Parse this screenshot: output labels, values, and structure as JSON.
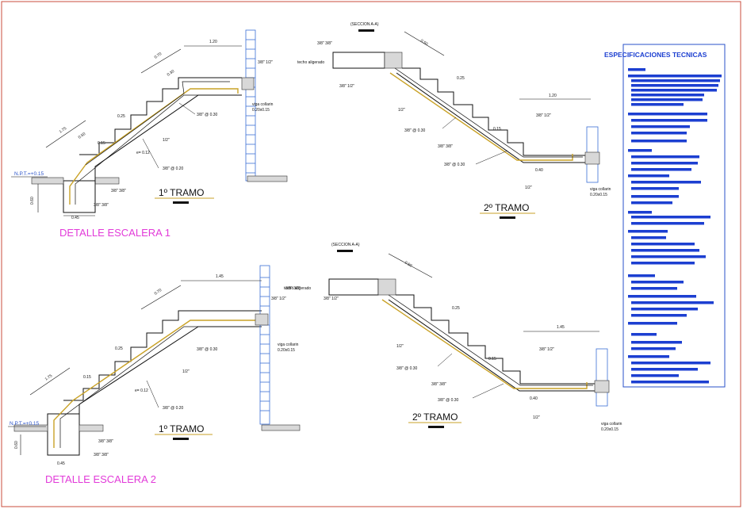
{
  "labels": {
    "detail_1": "DETALLE ESCALERA 1",
    "detail_2": "DETALLE ESCALERA 2",
    "tramo1_a": "1º TRAMO",
    "tramo2_a": "2º TRAMO",
    "tramo1_b": "1º TRAMO",
    "tramo2_b": "2º TRAMO",
    "npt_a": "N.P.T.=+0.15",
    "npt_b": "N.P.T.=+0.15",
    "seccion_a": "(SECCION A-A)",
    "seccion_b": "(SECCION A-A)",
    "spec_title": "ESPECIFICACIONES TECNICAS"
  },
  "notes": {
    "bar_38": "3/8\" 3/8\"",
    "bar_12": "3/8\" 1/2\"",
    "bar_38_020": "3/8\" @ 0.20",
    "bar_38_030": "3/8\" @ 0.30",
    "bar_12b": "1/2\"",
    "e012": "e= 0.12",
    "techo": "techo aligerado",
    "viga": "viga collarin",
    "viga_dim": "0.20x0.15",
    "d120": "1.20",
    "d145": "1.45",
    "d045": "0.45",
    "d025": "0.25",
    "d030": "0.30",
    "d040": "0.40",
    "d015": "0.15",
    "d060": "0.60",
    "d175": "1.75",
    "d070": "0.70",
    "d010": "0.10",
    "d050": "0.50"
  },
  "colors": {
    "frame": "#c94c3c",
    "rebar": "#c9a227",
    "column": "#3b6fd6",
    "detail_label": "#e23bd9",
    "spec_text": "#1c3fd1"
  }
}
